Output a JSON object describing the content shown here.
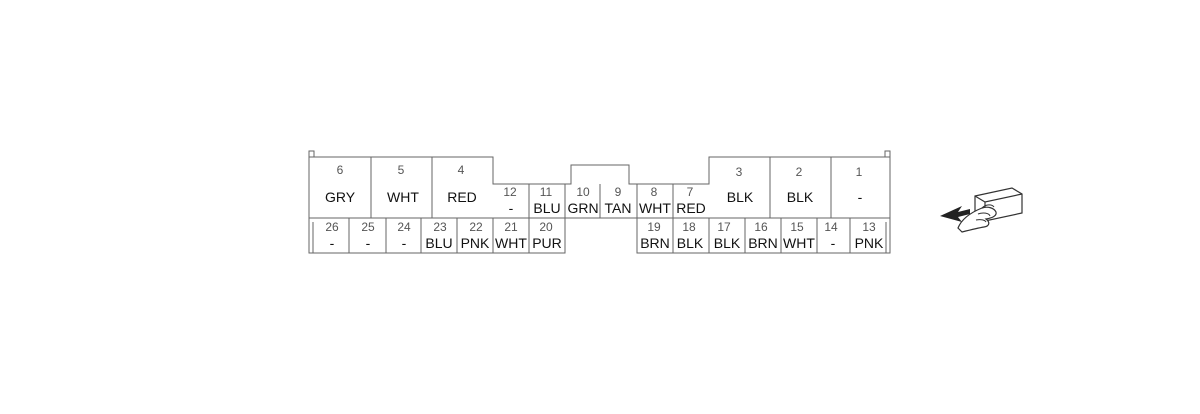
{
  "connector": {
    "top_row": [
      {
        "pin": "6",
        "color": "GRY"
      },
      {
        "pin": "5",
        "color": "WHT"
      },
      {
        "pin": "4",
        "color": "RED"
      },
      {
        "pin": "12",
        "color": "-"
      },
      {
        "pin": "11",
        "color": "BLU"
      },
      {
        "pin": "10",
        "color": "GRN"
      },
      {
        "pin": "9",
        "color": "TAN"
      },
      {
        "pin": "8",
        "color": "WHT"
      },
      {
        "pin": "7",
        "color": "RED"
      },
      {
        "pin": "3",
        "color": "BLK"
      },
      {
        "pin": "2",
        "color": "BLK"
      },
      {
        "pin": "1",
        "color": "-"
      }
    ],
    "bottom_row": [
      {
        "pin": "26",
        "color": "-"
      },
      {
        "pin": "25",
        "color": "-"
      },
      {
        "pin": "24",
        "color": "-"
      },
      {
        "pin": "23",
        "color": "BLU"
      },
      {
        "pin": "22",
        "color": "PNK"
      },
      {
        "pin": "21",
        "color": "WHT"
      },
      {
        "pin": "20",
        "color": "PUR"
      },
      {
        "pin": "19",
        "color": "BRN"
      },
      {
        "pin": "18",
        "color": "BLK"
      },
      {
        "pin": "17",
        "color": "BLK"
      },
      {
        "pin": "16",
        "color": "BRN"
      },
      {
        "pin": "15",
        "color": "WHT"
      },
      {
        "pin": "14",
        "color": "-"
      },
      {
        "pin": "13",
        "color": "PNK"
      }
    ]
  },
  "icons": {
    "view_indicator": "hand-pointing-connector-icon"
  }
}
